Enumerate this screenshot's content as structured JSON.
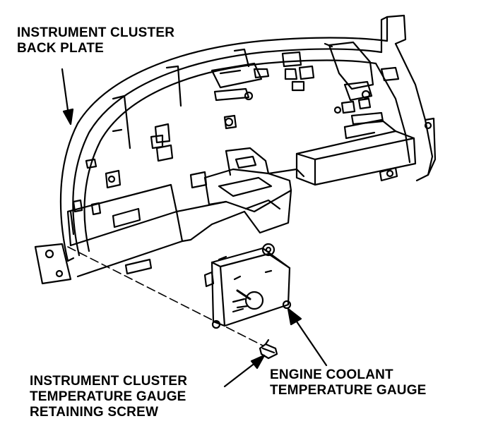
{
  "labels": {
    "back_plate": [
      "INSTRUMENT CLUSTER",
      "BACK PLATE"
    ],
    "retaining_screw": [
      "INSTRUMENT CLUSTER",
      "TEMPERATURE GAUGE",
      "RETAINING SCREW"
    ],
    "coolant_gauge": [
      "ENGINE COOLANT",
      "TEMPERATURE GAUGE"
    ]
  },
  "colors": {
    "ink": "#000000",
    "paper": "#ffffff"
  }
}
